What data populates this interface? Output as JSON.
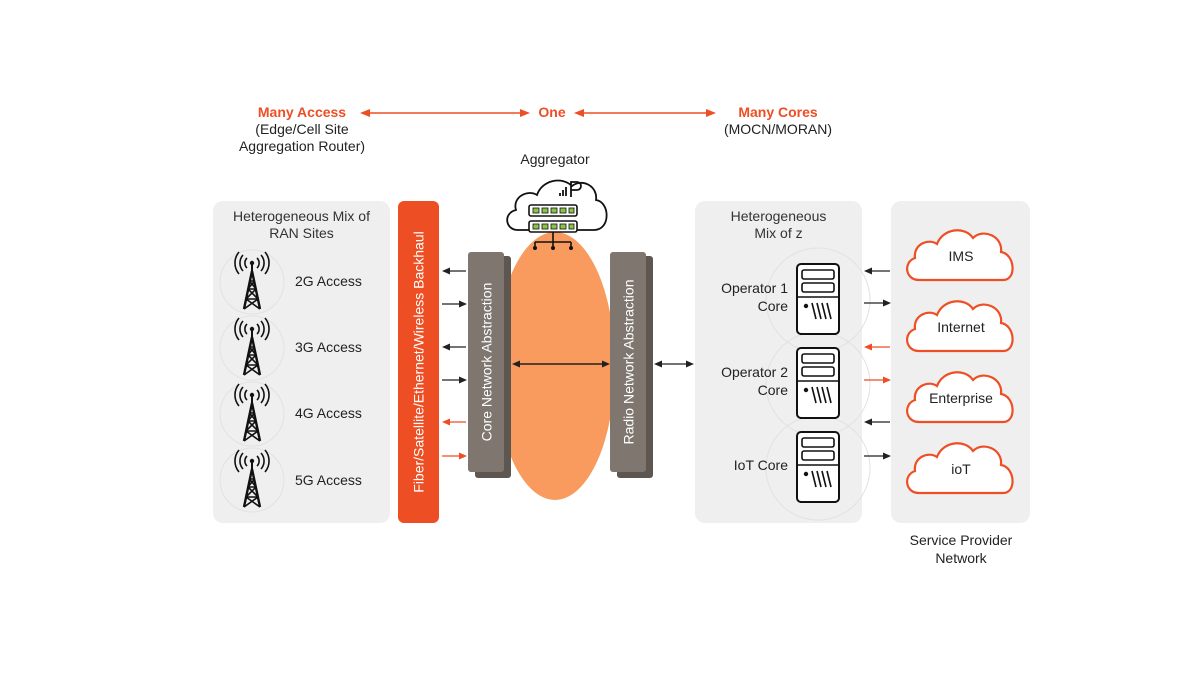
{
  "header": {
    "many_access": "Many Access",
    "many_access_sub1": "(Edge/Cell Site",
    "many_access_sub2": "Aggregation Router)",
    "one": "One",
    "many_cores": "Many Cores",
    "many_cores_sub": "(MOCN/MORAN)"
  },
  "aggregator": {
    "label": "Aggregator"
  },
  "ran_panel": {
    "title_line1": "Heterogeneous Mix of",
    "title_line2": "RAN Sites",
    "sites": [
      {
        "label": "2G Access"
      },
      {
        "label": "3G Access"
      },
      {
        "label": "4G Access"
      },
      {
        "label": "5G Access"
      }
    ]
  },
  "backhaul": {
    "label": "Fiber/Satellite/Ethernet/Wireless Backhaul"
  },
  "core_abstraction": {
    "label": "Core Network Abstraction"
  },
  "radio_abstraction": {
    "label": "Radio Network Abstraction"
  },
  "core_panel": {
    "title_line1": "Heterogeneous",
    "title_line2": "Mix of z",
    "cores": [
      {
        "line1": "Operator 1",
        "line2": "Core"
      },
      {
        "line1": "Operator 2",
        "line2": "Core"
      },
      {
        "line1": "IoT Core",
        "line2": ""
      }
    ]
  },
  "sp_network": {
    "clouds": [
      {
        "label": "IMS"
      },
      {
        "label": "Internet"
      },
      {
        "label": "Enterprise"
      },
      {
        "label": "ioT"
      }
    ],
    "caption_line1": "Service Provider",
    "caption_line2": "Network"
  },
  "colors": {
    "accent": "#EE4E23",
    "orange_blob": "#F99B5E",
    "abstraction_bar": "#7E766F",
    "panel_bg": "#EFEFEF",
    "server_green": "#8BC34A"
  }
}
